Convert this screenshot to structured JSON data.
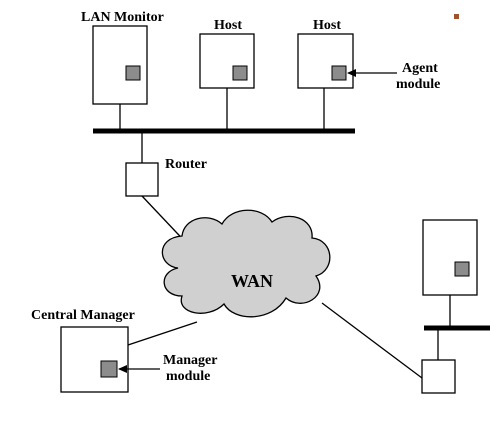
{
  "labels": {
    "lan_monitor": "LAN Monitor",
    "host_1": "Host",
    "host_2": "Host",
    "agent_line1": "Agent",
    "agent_line2": "module",
    "router": "Router",
    "wan": "WAN",
    "central_manager": "Central Manager",
    "manager_line1": "Manager",
    "manager_line2": "module"
  },
  "colors": {
    "module_fill": "#8c8c8c",
    "cloud_fill": "#d0d0d0",
    "bullet": "#a0522d"
  }
}
